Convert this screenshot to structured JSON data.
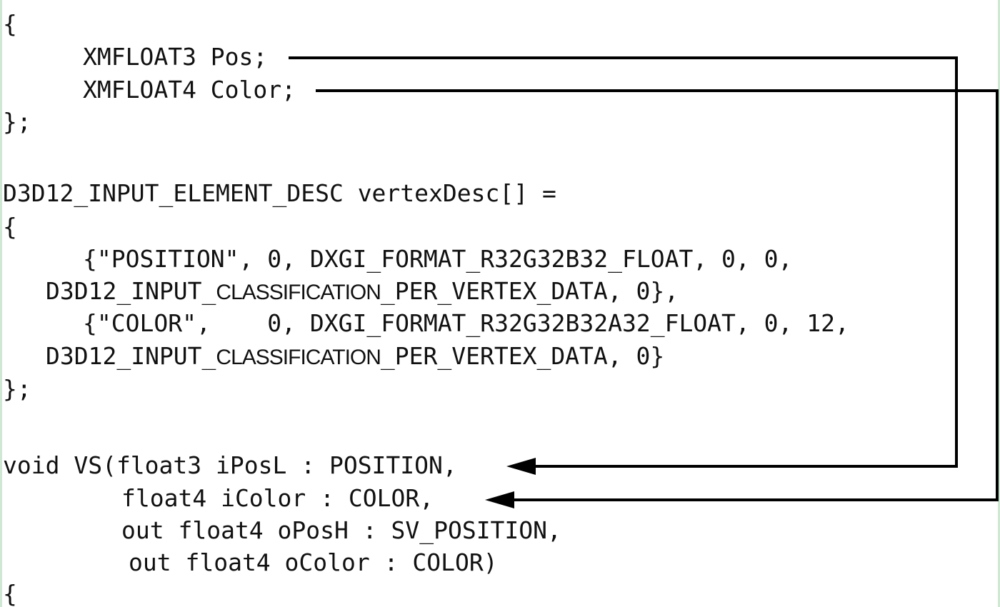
{
  "code": {
    "lines": [
      "{",
      "XMFLOAT3 Pos;",
      "XMFLOAT4 Color;",
      "};",
      "D3D12_INPUT_ELEMENT_DESC vertexDesc[] =",
      "{",
      "{\"POSITION\", 0, DXGI_FORMAT_R32G32B32_FLOAT, 0, 0,",
      "D3D12_INPUT_",
      "CLASSIFICATION",
      "_PER_VERTEX_DATA, 0},",
      "{\"COLOR\",    0, DXGI_FORMAT_R32G32B32A32_FLOAT, 0, 12,",
      "D3D12_INPUT_",
      "CLASSIFICATION",
      "_PER_VERTEX_DATA, 0}",
      "};",
      "void VS(float3 iPosL : POSITION,",
      "float4 iColor : COLOR,",
      "out float4 oPosH : SV_POSITION,",
      "out float4 oColor : COLOR)",
      "{"
    ]
  },
  "colors": {
    "text": "#111111",
    "connector": "#000000",
    "edge": "#cfe8d3"
  }
}
